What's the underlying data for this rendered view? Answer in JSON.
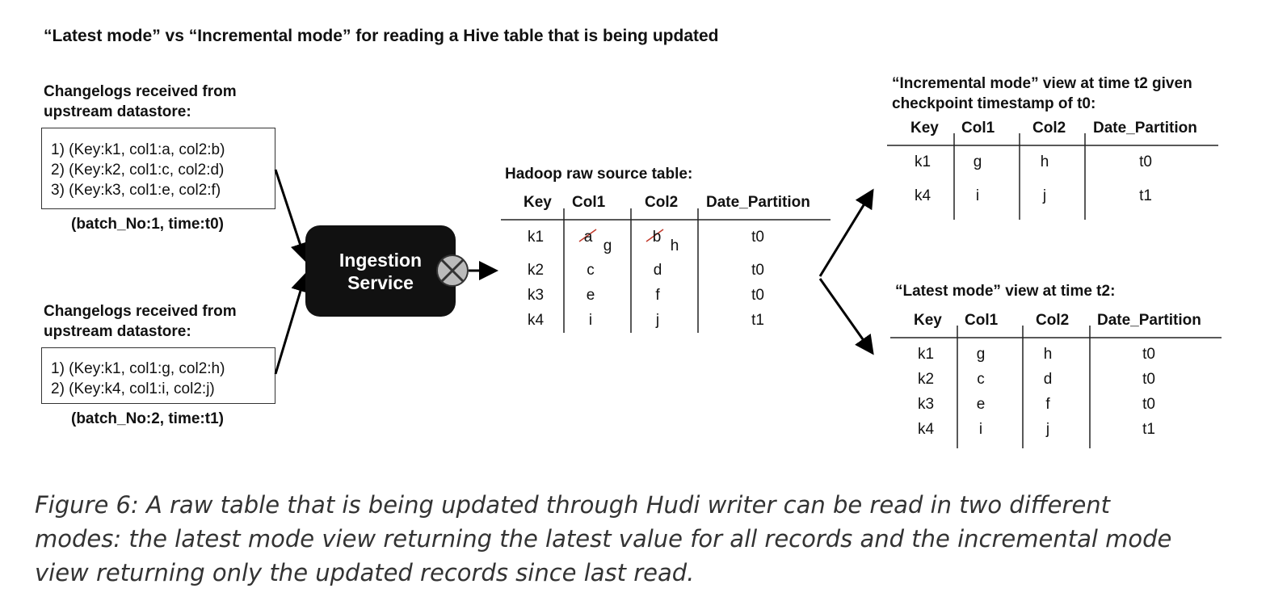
{
  "title": "“Latest mode” vs “Incremental mode” for reading a Hive table that is being updated",
  "changelog1": {
    "heading_line1": "Changelogs received from",
    "heading_line2": "upstream datastore:",
    "items": [
      "1) (Key:k1, col1:a, col2:b)",
      "2) (Key:k2, col1:c, col2:d)",
      "3) (Key:k3, col1:e, col2:f)"
    ],
    "batch": "(batch_No:1, time:t0)"
  },
  "changelog2": {
    "heading_line1": "Changelogs received from",
    "heading_line2": "upstream datastore:",
    "items": [
      "1) (Key:k1, col1:g, col2:h)",
      "2) (Key:k4, col1:i, col2:j)"
    ],
    "batch": "(batch_No:2, time:t1)"
  },
  "service": {
    "line1": "Ingestion",
    "line2": "Service"
  },
  "columns": [
    "Key",
    "Col1",
    "Col2",
    "Date_Partition"
  ],
  "raw_table": {
    "title": "Hadoop raw source table:",
    "rows": [
      {
        "key": "k1",
        "col1_old": "a",
        "col1": "g",
        "col2_old": "b",
        "col2": "h",
        "date": "t0"
      },
      {
        "key": "k2",
        "col1": "c",
        "col2": "d",
        "date": "t0"
      },
      {
        "key": "k3",
        "col1": "e",
        "col2": "f",
        "date": "t0"
      },
      {
        "key": "k4",
        "col1": "i",
        "col2": "j",
        "date": "t1"
      }
    ]
  },
  "incremental_view": {
    "title_line1": "“Incremental mode” view at time t2 given",
    "title_line2": "checkpoint timestamp of t0:",
    "rows": [
      {
        "key": "k1",
        "col1": "g",
        "col2": "h",
        "date": "t0"
      },
      {
        "key": "k4",
        "col1": "i",
        "col2": "j",
        "date": "t1"
      }
    ]
  },
  "latest_view": {
    "title": "“Latest mode” view at time t2:",
    "rows": [
      {
        "key": "k1",
        "col1": "g",
        "col2": "h",
        "date": "t0"
      },
      {
        "key": "k2",
        "col1": "c",
        "col2": "d",
        "date": "t0"
      },
      {
        "key": "k3",
        "col1": "e",
        "col2": "f",
        "date": "t0"
      },
      {
        "key": "k4",
        "col1": "i",
        "col2": "j",
        "date": "t1"
      }
    ]
  },
  "caption": {
    "line1": "Figure 6: A raw table that is being updated through Hudi writer can be read in two different",
    "line2": "modes: the latest mode view returning the latest value for all records and the incremental mode",
    "line3": "view returning only the updated records since last read."
  }
}
